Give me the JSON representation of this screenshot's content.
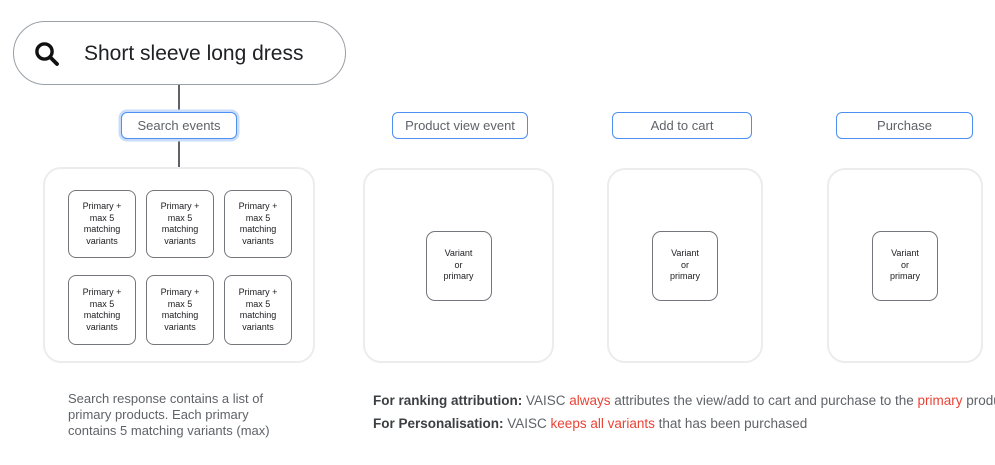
{
  "search_bar": {
    "query": "Short sleeve long dress",
    "icon": "search-icon"
  },
  "events": [
    {
      "label": "Search events"
    },
    {
      "label": "Product view event"
    },
    {
      "label": "Add to cart"
    },
    {
      "label": "Purchase"
    }
  ],
  "labels": {
    "primary_card": "Primary +\nmax 5\nmatching\nvariants",
    "variant_card": "Variant\nor\nprimary"
  },
  "counts": {
    "primary_cards": 6,
    "variant_cards": 3
  },
  "captions": {
    "search_response": "Search response contains a list of\nprimary products. Each primary\ncontains 5 matching variants (max)"
  },
  "notes": {
    "ranking": {
      "parts": [
        {
          "text": "For ranking attribution:",
          "style": "bold"
        },
        {
          "text": " VAISC ",
          "style": "normal"
        },
        {
          "text": "always",
          "style": "red"
        },
        {
          "text": " attributes the view/add to cart and purchase to the ",
          "style": "normal"
        },
        {
          "text": "primary",
          "style": "red"
        },
        {
          "text": " product.",
          "style": "normal"
        }
      ]
    },
    "personalisation": {
      "parts": [
        {
          "text": "For Personalisation:",
          "style": "bold"
        },
        {
          "text": " VAISC ",
          "style": "normal"
        },
        {
          "text": "keeps all variants",
          "style": "red"
        },
        {
          "text": " that has been purchased",
          "style": "normal"
        }
      ]
    }
  },
  "colors": {
    "accent_blue": "#4d8ff2",
    "chip_glow": "#c9ddfb",
    "highlight_red": "#ea4335",
    "text_dark": "#202124",
    "text_gray": "#5f6368",
    "panel_border": "#ececec",
    "card_border": "#73777b"
  }
}
